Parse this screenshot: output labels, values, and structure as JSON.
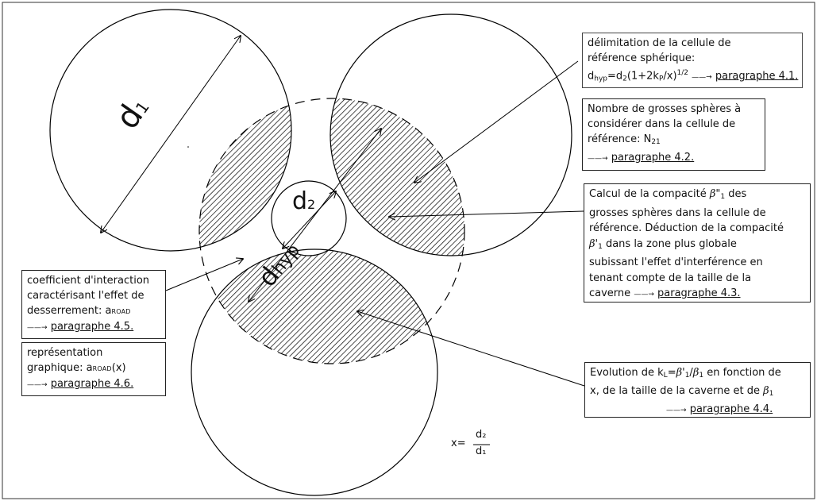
{
  "diagram": {
    "labels": {
      "d1_main": "d",
      "d1_sub": "1",
      "d2_main": "d",
      "d2_sub": "2",
      "dhyp_main": "d",
      "dhyp_sub": "hyp"
    },
    "formula": {
      "lhs": "x=",
      "numerator": "d₂",
      "denominator": "d₁"
    }
  },
  "boxes": {
    "delimitation": {
      "line1": "délimitation de la cellule de",
      "line2": "référence sphérique:",
      "f_d": "d",
      "f_hyp": "hyp",
      "f_mid": "=d",
      "f_2": "2",
      "f_open": "(1+2k",
      "f_p": "P",
      "f_close": "/x)",
      "f_exp": "1/2",
      "arrow": "——→",
      "link": "paragraphe 4.1."
    },
    "nombre": {
      "line1": "Nombre de grosses sphères à",
      "line2": "considérer dans la cellule de",
      "line3": "référence: N",
      "line3_sub": "21",
      "arrow": "——→",
      "link": "paragraphe 4.2."
    },
    "calcul": {
      "l1a": "Calcul de la compacité ",
      "l1b": "β",
      "l1c": "\"",
      "l1sub": "1",
      "l1d": " des",
      "line2": "grosses sphères dans la cellule de",
      "line3": "référence. Déduction de la compacité",
      "l4a": "β",
      "l4b": "'",
      "l4sub": "1",
      "l4c": " dans la zone plus globale",
      "line5": "subissant l'effet d'interférence en",
      "line6": "tenant compte de la taille de la",
      "line7": "caverne",
      "arrow": "——→",
      "link": "paragraphe 4.3."
    },
    "coefficient": {
      "line1": "coefficient d'interaction",
      "line2": "caractérisant l'effet de",
      "line3": "desserrement: a",
      "line3_sc": "ROAD",
      "arrow": "——→",
      "link": "paragraphe 4.5."
    },
    "representation": {
      "line1": "représentation",
      "line2": "graphique: a",
      "line2_sc": "ROAD",
      "line2_end": "(x)",
      "arrow": "——→",
      "link": "paragraphe 4.6."
    },
    "evolution": {
      "l1a": "Evolution de k",
      "l1sub": "L",
      "l1b": "=",
      "l1beta1": "β",
      "l1c": "'",
      "l1sub2": "1",
      "l1d": "/",
      "l1beta2": "β",
      "l1sub3": "1",
      "l1e": " en fonction de",
      "l2a": "x, de la taille de la caverne et de ",
      "l2beta": "β",
      "l2sub": "1",
      "arrow": "——→",
      "link": "paragraphe 4.4."
    }
  }
}
